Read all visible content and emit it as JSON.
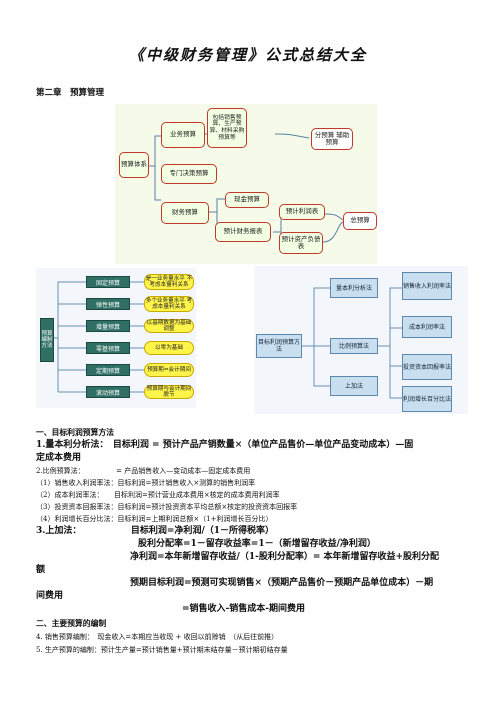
{
  "title": "《中级财务管理》公式总结大全",
  "chapter": "第二章　预算管理",
  "diagram1": {
    "root": "预算体系",
    "business": "业务预算",
    "business_detail": "包括销售预算、生产预算、材料采购预算等",
    "special": "专门决策预算",
    "financial": "财务预算",
    "cash": "现金预算",
    "statements": "预计财务报表",
    "income": "预计利润表",
    "balance": "预计资产负债表",
    "sub_budget": "分预算 辅助预算",
    "total_budget": "总预算"
  },
  "diagram2": {
    "root": "预算编制方法",
    "methods": [
      "固定预算",
      "弹性预算",
      "增量预算",
      "零基预算",
      "定期预算",
      "滚动预算"
    ],
    "notes": [
      "是一业务量水平 不考虑本量利关系",
      "多个业务量水平 考虑本量利关系",
      "以基期数据为基础调整",
      "以零为基础",
      "预算期=会计期间",
      "预算期与会计期间脱节"
    ]
  },
  "diagram3": {
    "root": "目标利润预算方法",
    "methods": [
      "量本利分析法",
      "比例预算法",
      "上加法"
    ],
    "sub": [
      "销售收入利润率法",
      "成本利润率法",
      "投资资本回报率法",
      "利润增长百分比法"
    ]
  },
  "text": {
    "s1": "一、目标利润预算方法",
    "l1a": "1.量本利分析法：　目标利润 = 预计产品产销数量×（单位产品售价—单位产品变动成本）—固",
    "l1b": "定成本费用",
    "l2": "2.比例预算法：　　　　　= 产品销售收入—变动成本—固定成本费用",
    "l3": "（1）销售收入利润率法：目标利润=预计销售收入×测算的销售利润率",
    "l4": "（2）成本利润率法：　　目标利润=预计营业成本费用×核定的成本费用利润率",
    "l5": "（3）投资资本回报率法：目标利润=预计投资资本平均总额×核定的投资资本回报率",
    "l6": "（4）利润增长百分比法：目标利润=上期利润总额×（1+利润增长百分比）",
    "l7": "3.上加法：　　　　　　目标利润=净利润/（1－所得税率）",
    "l8": "股利分配率=1－留存收益率=1－（新增留存收益/净利润）",
    "l9a": "净利润=本年新增留存收益/（1-股利分配率）= 本年新增留存收益+股利分配",
    "l9b": "额",
    "l10a": "预期目标利润=预测可实现销售×（预期产品售价－预期产品单位成本）－期",
    "l10b": "间费用",
    "l11": "=销售收入-销售成本-期间费用",
    "s2": "二、主要预算的编制",
    "l12": "4. 销售预算编制：　现金收入=本期应当收现 + 收回以前赊销　（从后往前推）",
    "l13": "5. 生产预算的编制：预计生产量=预计销售量+预计期末结存量－预计期初结存量"
  }
}
